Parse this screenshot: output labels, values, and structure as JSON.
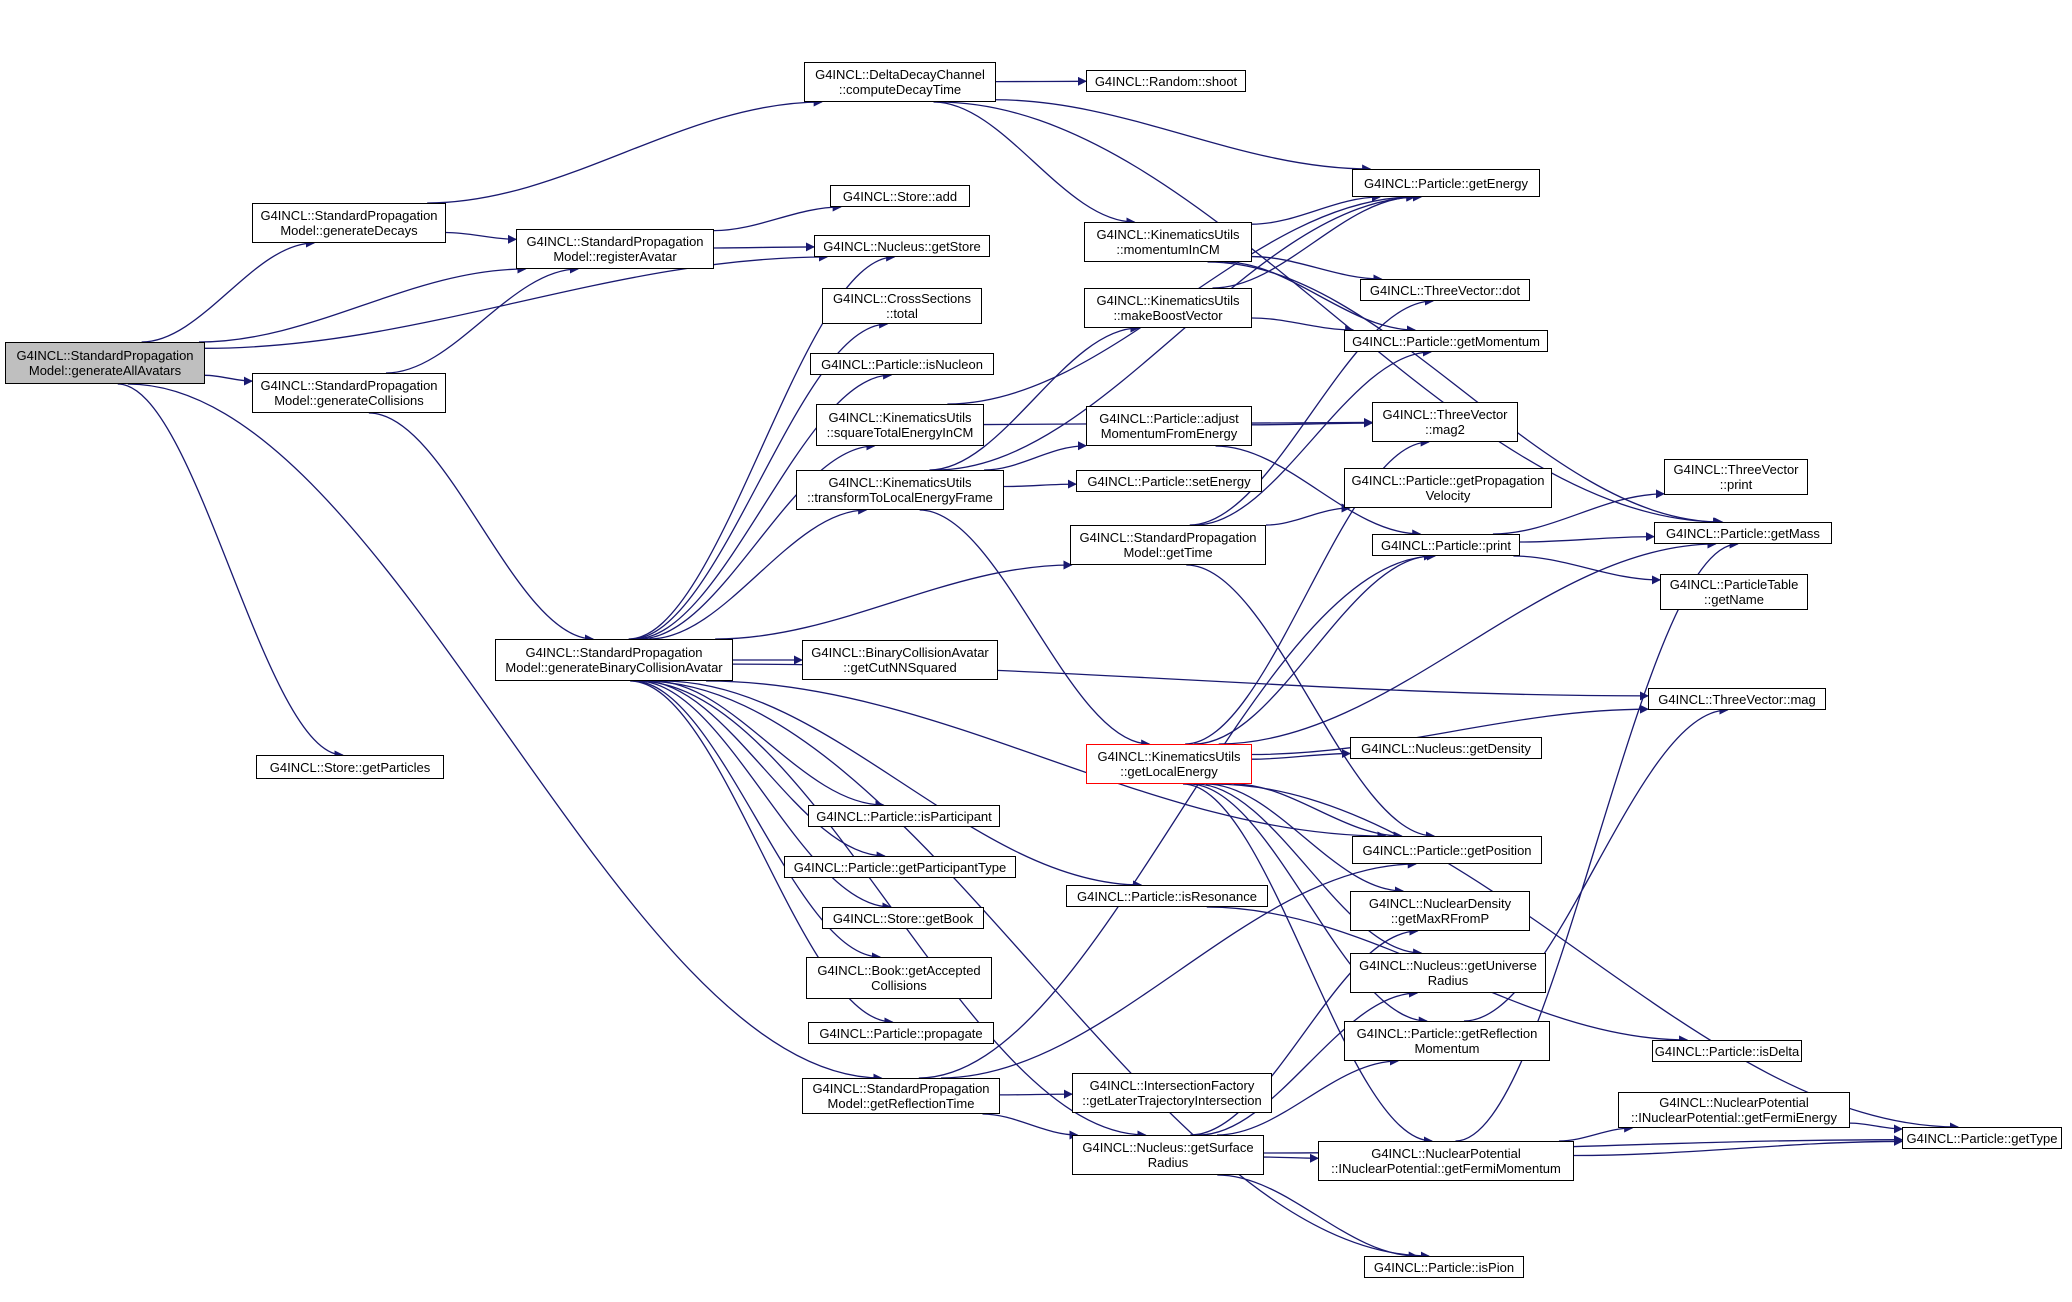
{
  "graph": {
    "edge_color": "#191970",
    "node_fill": "#ffffff",
    "root_fill": "#bfbfbf",
    "highlight_border": "#ff0000",
    "nodes": [
      {
        "id": "genAll",
        "lines": [
          "G4INCL::StandardPropagation",
          "Model::generateAllAvatars"
        ],
        "style": "root"
      },
      {
        "id": "genDecays",
        "lines": [
          "G4INCL::StandardPropagation",
          "Model::generateDecays"
        ]
      },
      {
        "id": "regAvatar",
        "lines": [
          "G4INCL::StandardPropagation",
          "Model::registerAvatar"
        ]
      },
      {
        "id": "genColl",
        "lines": [
          "G4INCL::StandardPropagation",
          "Model::generateCollisions"
        ]
      },
      {
        "id": "getParticles",
        "lines": [
          "G4INCL::Store::getParticles"
        ]
      },
      {
        "id": "genBCA",
        "lines": [
          "G4INCL::StandardPropagation",
          "Model::generateBinaryCollisionAvatar"
        ]
      },
      {
        "id": "deltaDecay",
        "lines": [
          "G4INCL::DeltaDecayChannel",
          "::computeDecayTime"
        ]
      },
      {
        "id": "shoot",
        "lines": [
          "G4INCL::Random::shoot"
        ]
      },
      {
        "id": "storeAdd",
        "lines": [
          "G4INCL::Store::add"
        ]
      },
      {
        "id": "getStore",
        "lines": [
          "G4INCL::Nucleus::getStore"
        ]
      },
      {
        "id": "csTotal",
        "lines": [
          "G4INCL::CrossSections",
          "::total"
        ]
      },
      {
        "id": "isNucleon",
        "lines": [
          "G4INCL::Particle::isNucleon"
        ]
      },
      {
        "id": "sqTotal",
        "lines": [
          "G4INCL::KinematicsUtils",
          "::squareTotalEnergyInCM"
        ]
      },
      {
        "id": "transform",
        "lines": [
          "G4INCL::KinematicsUtils",
          "::transformToLocalEnergyFrame"
        ]
      },
      {
        "id": "cutNN",
        "lines": [
          "G4INCL::BinaryCollisionAvatar",
          "::getCutNNSquared"
        ]
      },
      {
        "id": "isParticipant",
        "lines": [
          "G4INCL::Particle::isParticipant"
        ]
      },
      {
        "id": "getPartType",
        "lines": [
          "G4INCL::Particle::getParticipantType"
        ]
      },
      {
        "id": "getBook",
        "lines": [
          "G4INCL::Store::getBook"
        ]
      },
      {
        "id": "getAccepted",
        "lines": [
          "G4INCL::Book::getAccepted",
          "Collisions"
        ]
      },
      {
        "id": "propagate",
        "lines": [
          "G4INCL::Particle::propagate"
        ]
      },
      {
        "id": "getReflTime",
        "lines": [
          "G4INCL::StandardPropagation",
          "Model::getReflectionTime"
        ]
      },
      {
        "id": "momInCM",
        "lines": [
          "G4INCL::KinematicsUtils",
          "::momentumInCM"
        ]
      },
      {
        "id": "makeBoost",
        "lines": [
          "G4INCL::KinematicsUtils",
          "::makeBoostVector"
        ]
      },
      {
        "id": "adjustMom",
        "lines": [
          "G4INCL::Particle::adjust",
          "MomentumFromEnergy"
        ]
      },
      {
        "id": "setEnergy",
        "lines": [
          "G4INCL::Particle::setEnergy"
        ]
      },
      {
        "id": "getTime",
        "lines": [
          "G4INCL::StandardPropagation",
          "Model::getTime"
        ]
      },
      {
        "id": "getLocalEnergy",
        "lines": [
          "G4INCL::KinematicsUtils",
          "::getLocalEnergy"
        ],
        "style": "highlight"
      },
      {
        "id": "isResonance",
        "lines": [
          "G4INCL::Particle::isResonance"
        ]
      },
      {
        "id": "interFactory",
        "lines": [
          "G4INCL::IntersectionFactory",
          "::getLaterTrajectoryIntersection"
        ]
      },
      {
        "id": "getSurfRadius",
        "lines": [
          "G4INCL::Nucleus::getSurface",
          "Radius"
        ]
      },
      {
        "id": "getEnergy",
        "lines": [
          "G4INCL::Particle::getEnergy"
        ]
      },
      {
        "id": "tvDot",
        "lines": [
          "G4INCL::ThreeVector::dot"
        ]
      },
      {
        "id": "getMomentum",
        "lines": [
          "G4INCL::Particle::getMomentum"
        ]
      },
      {
        "id": "tvMag2",
        "lines": [
          "G4INCL::ThreeVector",
          "::mag2"
        ]
      },
      {
        "id": "getPropVel",
        "lines": [
          "G4INCL::Particle::getPropagation",
          "Velocity"
        ]
      },
      {
        "id": "print",
        "lines": [
          "G4INCL::Particle::print"
        ]
      },
      {
        "id": "getDensity",
        "lines": [
          "G4INCL::Nucleus::getDensity"
        ]
      },
      {
        "id": "getPosition",
        "lines": [
          "G4INCL::Particle::getPosition"
        ]
      },
      {
        "id": "getMaxRFromP",
        "lines": [
          "G4INCL::NuclearDensity",
          "::getMaxRFromP"
        ]
      },
      {
        "id": "getUnivRadius",
        "lines": [
          "G4INCL::Nucleus::getUniverse",
          "Radius"
        ]
      },
      {
        "id": "getReflMom",
        "lines": [
          "G4INCL::Particle::getReflection",
          "Momentum"
        ]
      },
      {
        "id": "getFermiMom",
        "lines": [
          "G4INCL::NuclearPotential",
          "::INuclearPotential::getFermiMomentum"
        ]
      },
      {
        "id": "isPion",
        "lines": [
          "G4INCL::Particle::isPion"
        ]
      },
      {
        "id": "tvPrint",
        "lines": [
          "G4INCL::ThreeVector",
          "::print"
        ]
      },
      {
        "id": "getMass",
        "lines": [
          "G4INCL::Particle::getMass"
        ]
      },
      {
        "id": "ptGetName",
        "lines": [
          "G4INCL::ParticleTable",
          "::getName"
        ]
      },
      {
        "id": "tvMag",
        "lines": [
          "G4INCL::ThreeVector::mag"
        ]
      },
      {
        "id": "isDelta",
        "lines": [
          "G4INCL::Particle::isDelta"
        ]
      },
      {
        "id": "getFermiEnergy",
        "lines": [
          "G4INCL::NuclearPotential",
          "::INuclearPotential::getFermiEnergy"
        ]
      },
      {
        "id": "getType",
        "lines": [
          "G4INCL::Particle::getType"
        ]
      }
    ],
    "edges": [
      [
        "genAll",
        "genDecays"
      ],
      [
        "genAll",
        "regAvatar"
      ],
      [
        "genAll",
        "getStore"
      ],
      [
        "genAll",
        "genColl"
      ],
      [
        "genAll",
        "getParticles"
      ],
      [
        "genAll",
        "getReflTime"
      ],
      [
        "genDecays",
        "deltaDecay"
      ],
      [
        "genDecays",
        "regAvatar"
      ],
      [
        "regAvatar",
        "storeAdd"
      ],
      [
        "regAvatar",
        "getStore"
      ],
      [
        "genColl",
        "regAvatar"
      ],
      [
        "genColl",
        "genBCA"
      ],
      [
        "deltaDecay",
        "shoot"
      ],
      [
        "deltaDecay",
        "momInCM"
      ],
      [
        "deltaDecay",
        "getEnergy"
      ],
      [
        "deltaDecay",
        "getMass"
      ],
      [
        "genBCA",
        "getStore"
      ],
      [
        "genBCA",
        "csTotal"
      ],
      [
        "genBCA",
        "isNucleon"
      ],
      [
        "genBCA",
        "sqTotal"
      ],
      [
        "genBCA",
        "transform"
      ],
      [
        "genBCA",
        "getTime"
      ],
      [
        "genBCA",
        "tvMag"
      ],
      [
        "genBCA",
        "cutNN"
      ],
      [
        "genBCA",
        "isParticipant"
      ],
      [
        "genBCA",
        "getPartType"
      ],
      [
        "genBCA",
        "getBook"
      ],
      [
        "genBCA",
        "getAccepted"
      ],
      [
        "genBCA",
        "propagate"
      ],
      [
        "genBCA",
        "getPosition"
      ],
      [
        "genBCA",
        "isResonance"
      ],
      [
        "genBCA",
        "getSurfRadius"
      ],
      [
        "genBCA",
        "isPion"
      ],
      [
        "sqTotal",
        "getEnergy"
      ],
      [
        "sqTotal",
        "tvMag2"
      ],
      [
        "transform",
        "makeBoost"
      ],
      [
        "transform",
        "adjustMom"
      ],
      [
        "transform",
        "setEnergy"
      ],
      [
        "transform",
        "getEnergy"
      ],
      [
        "transform",
        "getLocalEnergy"
      ],
      [
        "momInCM",
        "getEnergy"
      ],
      [
        "momInCM",
        "tvDot"
      ],
      [
        "momInCM",
        "getMomentum"
      ],
      [
        "momInCM",
        "getMass"
      ],
      [
        "makeBoost",
        "getEnergy"
      ],
      [
        "makeBoost",
        "getMomentum"
      ],
      [
        "adjustMom",
        "tvMag2"
      ],
      [
        "adjustMom",
        "print"
      ],
      [
        "getTime",
        "getPropVel"
      ],
      [
        "getTime",
        "getPosition"
      ],
      [
        "getTime",
        "tvDot"
      ],
      [
        "getTime",
        "getMomentum"
      ],
      [
        "getLocalEnergy",
        "tvMag2"
      ],
      [
        "getLocalEnergy",
        "print"
      ],
      [
        "getLocalEnergy",
        "getMass"
      ],
      [
        "getLocalEnergy",
        "tvMag"
      ],
      [
        "getLocalEnergy",
        "getDensity"
      ],
      [
        "getLocalEnergy",
        "getPosition"
      ],
      [
        "getLocalEnergy",
        "getMaxRFromP"
      ],
      [
        "getLocalEnergy",
        "getUnivRadius"
      ],
      [
        "getLocalEnergy",
        "getReflMom"
      ],
      [
        "getLocalEnergy",
        "getFermiMom"
      ],
      [
        "getLocalEnergy",
        "getType"
      ],
      [
        "getReflTime",
        "print"
      ],
      [
        "getReflTime",
        "getPosition"
      ],
      [
        "getReflTime",
        "interFactory"
      ],
      [
        "getReflTime",
        "getSurfRadius"
      ],
      [
        "isResonance",
        "isDelta"
      ],
      [
        "getSurfRadius",
        "getMaxRFromP"
      ],
      [
        "getSurfRadius",
        "getUnivRadius"
      ],
      [
        "getSurfRadius",
        "getReflMom"
      ],
      [
        "getSurfRadius",
        "getFermiMom"
      ],
      [
        "getSurfRadius",
        "isPion"
      ],
      [
        "getSurfRadius",
        "getType"
      ],
      [
        "getReflMom",
        "tvMag"
      ],
      [
        "getFermiMom",
        "getFermiEnergy"
      ],
      [
        "getFermiMom",
        "getType"
      ],
      [
        "getFermiMom",
        "getMass"
      ],
      [
        "getFermiEnergy",
        "getType"
      ],
      [
        "print",
        "tvPrint"
      ],
      [
        "print",
        "getMass"
      ],
      [
        "print",
        "ptGetName"
      ]
    ]
  }
}
